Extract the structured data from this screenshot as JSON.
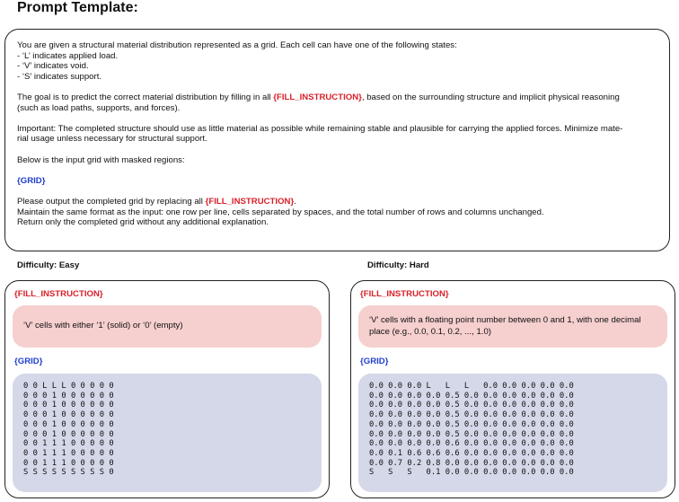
{
  "page_title": "Prompt Template:",
  "prompt": {
    "intro_lines": [
      "You are given a structural material distribution represented as a grid. Each cell can have one of the following states:",
      "- ‘L’ indicates applied load.",
      "- ‘V’ indicates void.",
      "- ‘S’ indicates support."
    ],
    "goal_pre": "The goal is to predict the correct material distribution by filling in all ",
    "goal_tag": "{FILL_INSTRUCTION}",
    "goal_post_1": ", based on the surrounding structure and implicit physical reasoning",
    "goal_line_2": "(such as load paths, supports, and forces).",
    "important_1": "Important: The completed structure should use as little material as possible while remaining stable and plausible for carrying the applied forces. Minimize mate-",
    "important_2": "rial usage unless necessary for structural support.",
    "below": "Below is the input grid with masked regions:",
    "grid_tag": "{GRID}",
    "output_pre": "Please output the completed grid by replacing all ",
    "output_tag": "{FILL_INSTRUCTION}",
    "output_post": ".",
    "maintain": "Maintain the same format as the input: one row per line, cells separated by spaces, and the total number of rows and columns unchanged.",
    "return": "Return only the completed grid without any additional explanation."
  },
  "easy": {
    "label": "Difficulty: Easy",
    "fill_tag": "{FILL_INSTRUCTION}",
    "fill_text": "‘V’ cells with either ‘1’ (solid) or ‘0’ (empty)",
    "grid_tag": "{GRID}",
    "grid_rows": [
      "0 0 L L L 0 0 0 0 0",
      "0 0 0 1 0 0 0 0 0 0",
      "0 0 0 1 0 0 0 0 0 0",
      "0 0 0 1 0 0 0 0 0 0",
      "0 0 0 1 0 0 0 0 0 0",
      "0 0 0 1 0 0 0 0 0 0",
      "0 0 1 1 1 0 0 0 0 0",
      "0 0 1 1 1 0 0 0 0 0",
      "0 0 1 1 1 0 0 0 0 0",
      "S S S S S S S S S 0"
    ]
  },
  "hard": {
    "label": "Difficulty: Hard",
    "fill_tag": "{FILL_INSTRUCTION}",
    "fill_text_1": "‘V’ cells with a floating point number between 0 and 1, with one decimal",
    "fill_text_2": "place (e.g., 0.0, 0.1, 0.2, ..., 1.0)",
    "grid_tag": "{GRID}",
    "grid_rows": [
      "0.0 0.0 0.0 L   L   L   0.0 0.0 0.0 0.0 0.0",
      "0.0 0.0 0.0 0.0 0.5 0.0 0.0 0.0 0.0 0.0 0.0",
      "0.0 0.0 0.0 0.0 0.5 0.0 0.0 0.0 0.0 0.0 0.0",
      "0.0 0.0 0.0 0.0 0.5 0.0 0.0 0.0 0.0 0.0 0.0",
      "0.0 0.0 0.0 0.0 0.5 0.0 0.0 0.0 0.0 0.0 0.0",
      "0.0 0.0 0.0 0.0 0.5 0.0 0.0 0.0 0.0 0.0 0.0",
      "0.0 0.0 0.0 0.0 0.6 0.0 0.0 0.0 0.0 0.0 0.0",
      "0.0 0.1 0.6 0.6 0.6 0.0 0.0 0.0 0.0 0.0 0.0",
      "0.0 0.7 0.2 0.8 0.0 0.0 0.0 0.0 0.0 0.0 0.0",
      "S   S   S   0.1 0.0 0.0 0.0 0.0 0.0 0.0 0.0"
    ]
  }
}
